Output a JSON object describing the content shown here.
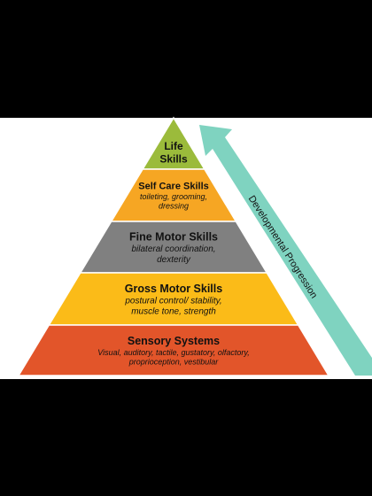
{
  "diagram": {
    "levels": [
      {
        "title_lines": [
          "Life",
          "Skills"
        ],
        "sub_lines": [],
        "color": "#9bbb3b"
      },
      {
        "title_lines": [
          "Self Care Skills"
        ],
        "sub_lines": [
          "toileting, grooming,",
          "dressing"
        ],
        "color": "#f6a623"
      },
      {
        "title_lines": [
          "Fine Motor Skills"
        ],
        "sub_lines": [
          "bilateral coordination,",
          "dexterity"
        ],
        "color": "#808080"
      },
      {
        "title_lines": [
          "Gross Motor Skills"
        ],
        "sub_lines": [
          "postural control/ stability,",
          "muscle tone, strength"
        ],
        "color": "#fbbb18"
      },
      {
        "title_lines": [
          "Sensory Systems"
        ],
        "sub_lines": [
          "Visual, auditory, tactile, gustatory, olfactory,",
          "proprioception, vestibular"
        ],
        "color": "#e2552a"
      }
    ],
    "arrow": {
      "label": "Developmental Progression",
      "color": "#7fd3c0"
    }
  }
}
